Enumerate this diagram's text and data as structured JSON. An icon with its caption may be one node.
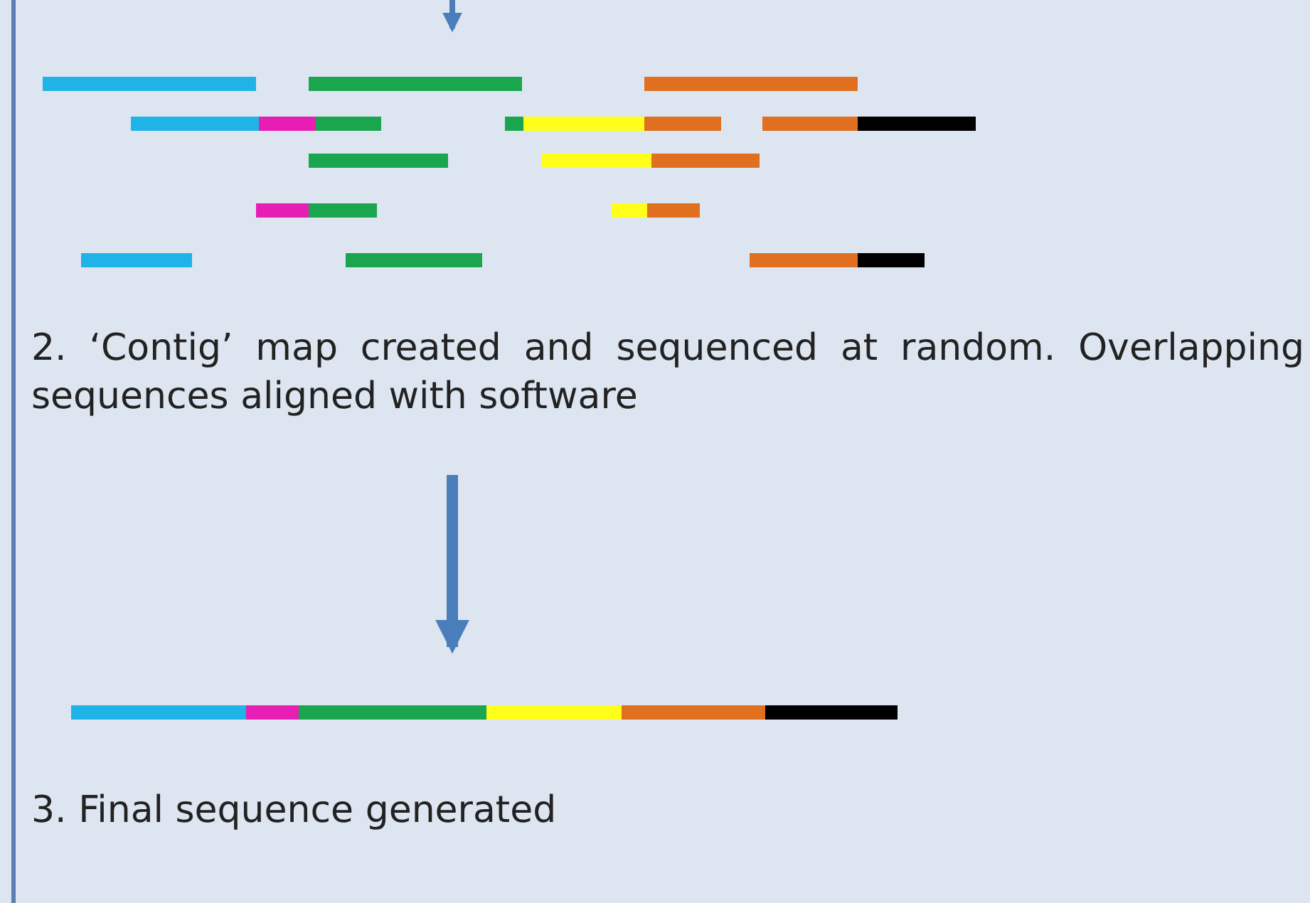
{
  "diagram": {
    "nodes": [
      {
        "text": [],
        "shape": "picture"
      },
      {
        "text": [
          "2.  ‘Contig’ map created and sequenced at random. Overlapping sequences aligned with software"
        ]
      },
      {
        "text": [],
        "shape": "bar"
      }
    ],
    "edges": [
      {
        "from": null,
        "to": 0,
        "arrow": "to"
      },
      {
        "from": 1,
        "to": 2,
        "arrow": "to",
        "style": "thick"
      }
    ],
    "labels": [
      "3. Final sequence generated"
    ]
  }
}
